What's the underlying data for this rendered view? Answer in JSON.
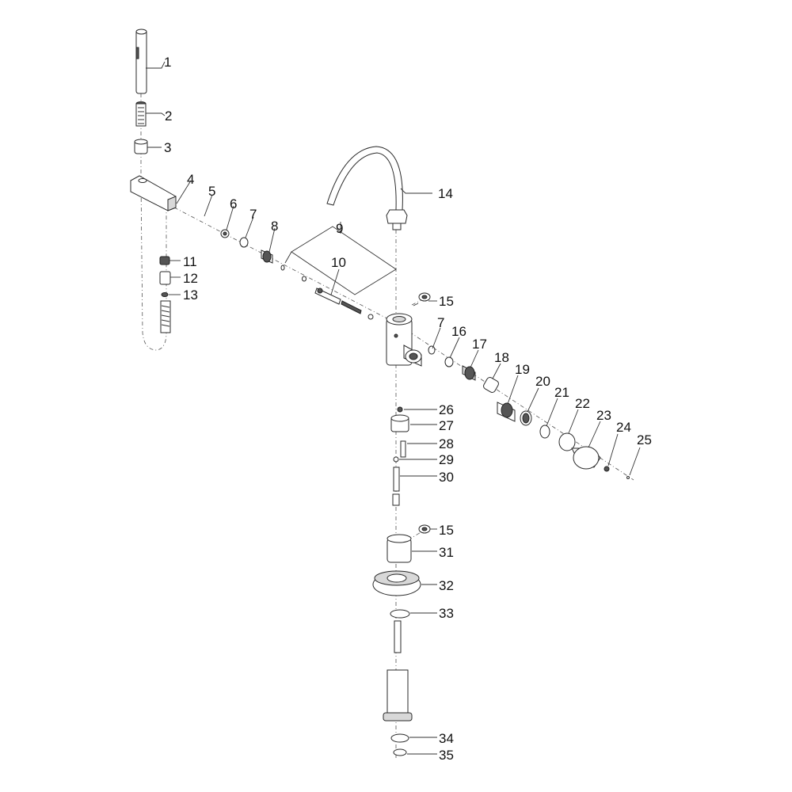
{
  "diagram": {
    "callouts": [
      {
        "id": "1",
        "label": "1"
      },
      {
        "id": "2",
        "label": "2"
      },
      {
        "id": "3",
        "label": "3"
      },
      {
        "id": "4",
        "label": "4"
      },
      {
        "id": "5",
        "label": "5"
      },
      {
        "id": "6",
        "label": "6"
      },
      {
        "id": "7a",
        "label": "7"
      },
      {
        "id": "8",
        "label": "8"
      },
      {
        "id": "9",
        "label": "9"
      },
      {
        "id": "10",
        "label": "10"
      },
      {
        "id": "11",
        "label": "11"
      },
      {
        "id": "12",
        "label": "12"
      },
      {
        "id": "13",
        "label": "13"
      },
      {
        "id": "14",
        "label": "14"
      },
      {
        "id": "15a",
        "label": "15"
      },
      {
        "id": "7b",
        "label": "7"
      },
      {
        "id": "16",
        "label": "16"
      },
      {
        "id": "17",
        "label": "17"
      },
      {
        "id": "18",
        "label": "18"
      },
      {
        "id": "19",
        "label": "19"
      },
      {
        "id": "20",
        "label": "20"
      },
      {
        "id": "21",
        "label": "21"
      },
      {
        "id": "22",
        "label": "22"
      },
      {
        "id": "23",
        "label": "23"
      },
      {
        "id": "24",
        "label": "24"
      },
      {
        "id": "25",
        "label": "25"
      },
      {
        "id": "26",
        "label": "26"
      },
      {
        "id": "27",
        "label": "27"
      },
      {
        "id": "28",
        "label": "28"
      },
      {
        "id": "29",
        "label": "29"
      },
      {
        "id": "30",
        "label": "30"
      },
      {
        "id": "15b",
        "label": "15"
      },
      {
        "id": "31",
        "label": "31"
      },
      {
        "id": "32",
        "label": "32"
      },
      {
        "id": "33",
        "label": "33"
      },
      {
        "id": "34",
        "label": "34"
      },
      {
        "id": "35",
        "label": "35"
      }
    ]
  }
}
